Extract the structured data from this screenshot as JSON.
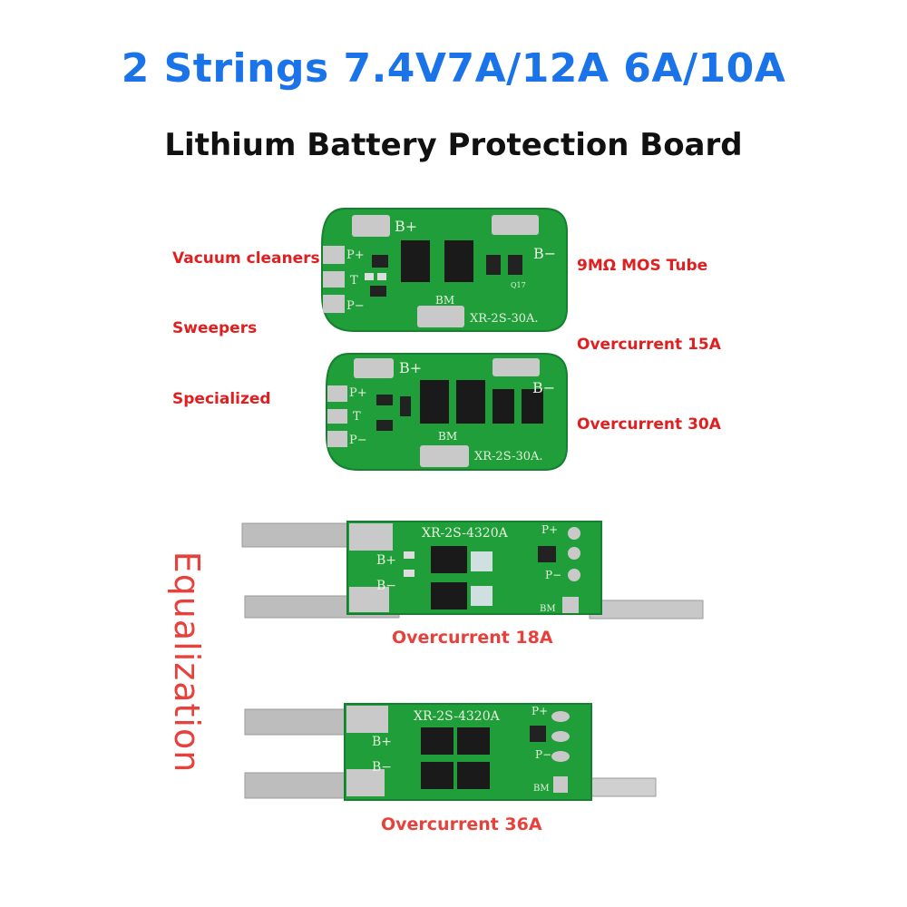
{
  "header": {
    "title": "2 Strings 7.4V7A/12A 6A/10A",
    "subtitle": "Lithium Battery Protection Board"
  },
  "left_labels": {
    "vacuum": "Vacuum cleaners",
    "sweepers": "Sweepers",
    "specialized": "Specialized"
  },
  "right_labels": {
    "mos": "9MΩ MOS Tube",
    "oc15": "Overcurrent 15A",
    "oc30": "Overcurrent 30A"
  },
  "lower": {
    "equalization": "Equalization",
    "oc18": "Overcurrent 18A",
    "oc36": "Overcurrent 36A"
  },
  "board1": {
    "model": "XR-2S-30A.",
    "bplus": "B+",
    "bminus": "B−",
    "pplus": "P+",
    "t": "T",
    "pminus": "P−",
    "bm": "BM",
    "chip": "Q17"
  },
  "board2": {
    "model": "XR-2S-30A.",
    "bplus": "B+",
    "bminus": "B−",
    "pplus": "P+",
    "t": "T",
    "pminus": "P−",
    "bm": "BM"
  },
  "board3": {
    "model": "XR-2S-4320A",
    "bplus": "B+",
    "bminus": "B−",
    "pplus": "P+",
    "pminus": "P−",
    "bm": "BM"
  },
  "board4": {
    "model": "XR-2S-4320A",
    "bplus": "B+",
    "bminus": "B−",
    "pplus": "P+",
    "pminus": "P−",
    "bm": "BM"
  },
  "colors": {
    "title": "#1a73e8",
    "label_red": "#e02020",
    "pcb_green": "#1f9e3a",
    "pad_silver": "#c9c9c9"
  }
}
